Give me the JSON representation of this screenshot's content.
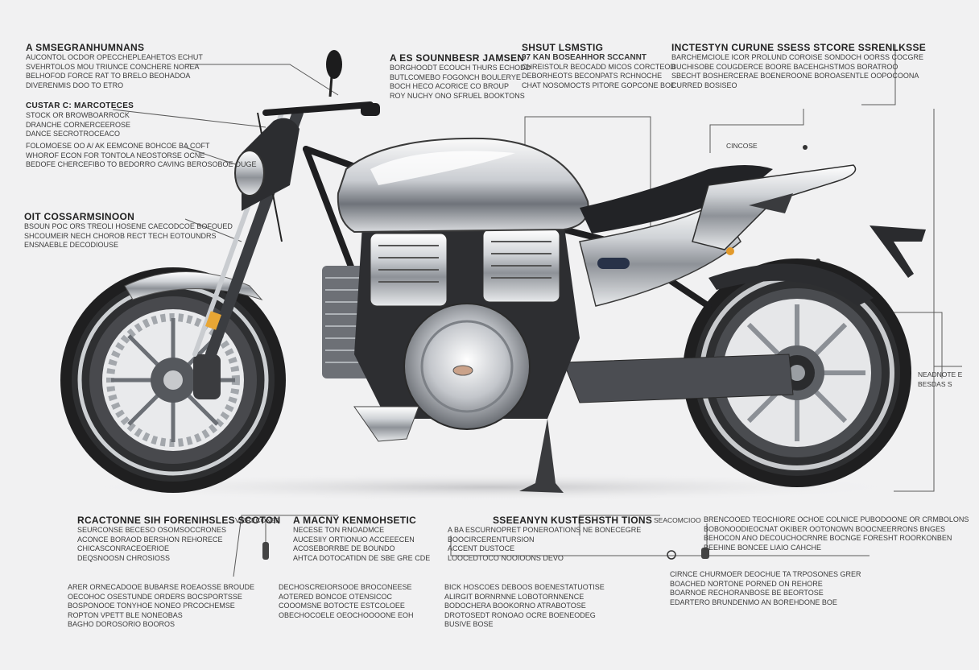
{
  "figure": {
    "title": "Motorcycle component diagram"
  },
  "callouts": [
    {
      "id": "c1",
      "heading": "A SMSEGRANHUMNANS",
      "body": [
        "AUCONTOL OCDOR OPECCHEPLEAHETOS ECHUT",
        "SVEHRTOLOS MOU TRIUNCE CONCHERE NOREA",
        "BELHOFOD FORCE RAT TO BRELO BEOHADOA",
        "DIVERENMIS DOO TO ETRO"
      ]
    },
    {
      "id": "c2",
      "heading": "CUSTAR C: MARCOTECES",
      "body": [
        "STOCK OR BROWBOARROCK",
        "DRANCHE CORNERCEEROSE",
        "DANCE SECROTROCEACO"
      ]
    },
    {
      "id": "c3",
      "heading": "",
      "body": [
        "FOLOMOESE OO A/ AK EEMCONE BOHCOE BA COFT",
        "WHOROF ECON FOR TONTOLA NEOSTORSE OCNE",
        "BEDOFE CHERCEFIBO TO BEDORRO CAVING BEROSOBOE OUGE"
      ]
    },
    {
      "id": "c4",
      "heading": "OIT COSSARMSINOON",
      "body": [
        "BSOUN POC ORS TREOLI HOSENE CAECODCOE BOFOUED",
        "SHCOUMEIR NECH CHOROB RECT TECH EOTOUNDRS",
        "ENSNAEBLE DECODIOUSE"
      ]
    },
    {
      "id": "c5",
      "heading": "A ES SOUNNBESR JAMSEN",
      "body": [
        "BORGHOODT ECOUCH THURS ECHODD",
        "BUTLCOMEBO FOGONCH BOULERYE",
        "BOCH HECO ACORICE CO BROUP",
        "ROY NUCHY ONO SFRUEL BOOKTONS"
      ]
    },
    {
      "id": "c6",
      "heading": "SHSUT LSMSTIG",
      "body": [
        "97 KAN BOSEAHHOR SCCANNT",
        "CHREISTOLR BEOCADD MICOS CORCTEOD",
        "DEBORHEOTS BECONPATS RCHNOCHE",
        "CHAT NOSOMOCTS PITORE GOPCONE BOE"
      ]
    },
    {
      "id": "c7",
      "heading": "INCTESTYN CURUNE SSESS STCORE SSRENLKSSE",
      "body": [
        "BARCHEMCIOLE ICOR PROLUND COROISE SONDOCH OORSS COCGRE",
        "BUCHISOBE COUGDERCE BOORE BACEHGHSTMOS BORATROO",
        "SBECHT BOSHERCERAE BOENEROONE BOROASENTLE OOPOCOONA",
        "CURRED BOSISEO"
      ]
    },
    {
      "id": "c8",
      "heading": "",
      "body": [
        "CINCOSE"
      ]
    },
    {
      "id": "c9",
      "heading": "",
      "body": [
        "NEADNOTE E",
        "BESDAS S"
      ]
    },
    {
      "id": "c10",
      "heading": "RCACTONNE SIH FORENIHSLES SCOTON",
      "body": [
        "SEURCONSE BECESO OSOMSOCCRONES",
        "ACONCE BORAOD BERSHON REHORECE",
        "CHICASCONRACEOERIOE",
        "DEQSNOOSN CHROSIOSS"
      ]
    },
    {
      "id": "c11",
      "heading": "",
      "body": [
        "V ERECONSE"
      ]
    },
    {
      "id": "c12",
      "heading": "A MACNY KENMOHSETIC",
      "body": [
        "NECESE TON RNOADMCE",
        "AUCESIIY ORTIONUO ACCEEECEN",
        "ACOSEBORRBE DE BOUNDO",
        "AHTCA DOTOCATIDN DE SBE GRE CDE"
      ]
    },
    {
      "id": "c13",
      "heading": "SSEEANYN KUSTESHSTH TIONS",
      "body": [
        "A BA ESCURNOPRET PONEROATIONS NE BONECEGRE",
        "BOOCIRCERENTURSION",
        "ACCENT DUSTOCE",
        "LOOCEDTOCO NOOIOONS DEVO"
      ]
    },
    {
      "id": "c14",
      "heading": "",
      "body": [
        "SEACOMCIOO"
      ]
    },
    {
      "id": "c15",
      "heading": "",
      "body": [
        "BRENCOOED TEOCHIORE OCHOE COLNICE PUBODOONE OR CRMBOLONS",
        "BOBONOODIEOCNAT OKIBER OOTONOWN BOOCNEERRONS BNGES",
        "BEHOCON ANO DECOUCHOCRNRE BOCNGE FORESHT ROORKONBEN",
        "BEEHINE BONCEE LIAIO CAHCHE"
      ]
    },
    {
      "id": "c16",
      "heading": "",
      "body": [
        "CIRNCE CHURMOER DEOCHUE TA TRPOSONES GRER",
        "BOACHED NORTONE PORNED ON REHORE",
        "BOARNOE RECHORANBOSE BE BEORTOSE",
        "EDARTERO BRUNDENMO AN BOREHDONE BOE"
      ]
    },
    {
      "id": "c17",
      "heading": "",
      "body": [
        "ARER ORNECADOOE BUBARSE ROEAOSSE BROUDE",
        "OECOHOC OSESTUNDE ORDERS BOCSPORTSSE",
        "BOSPONOOE TONYHOE NONEO PRCOCHEMSE",
        "ROPTON VPETT BLE NONEOBAS",
        "BAGHO DOROSORIO BOOROS"
      ]
    },
    {
      "id": "c18",
      "heading": "",
      "body": [
        "DECHOSCREIORSOOE BROCONEESE",
        "AOTERED BONCOE OTENSICOC",
        "COOOMSNE BOTOCTE ESTCOLOEE",
        "OBECHOCOELE OEOCHOOOONE EOH"
      ]
    },
    {
      "id": "c19",
      "heading": "",
      "body": [
        "BICK HOSCOES DEBOOS BOENESTATUOTISE",
        "ALIRGIT BORNRNNE LOBOTORNNENCE",
        "BODOCHERA BOOKORNO ATRABOTOSE",
        "DROTOSEDT RONOAO OCRE BOENEODEG",
        "BUSIVE BOSE"
      ]
    }
  ]
}
